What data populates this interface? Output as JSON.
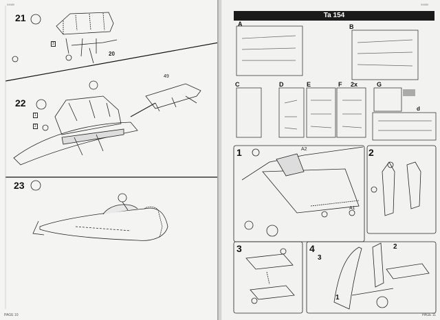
{
  "left_page": {
    "corner_code": "04680",
    "page_label": "PAGE 10",
    "steps": [
      {
        "number": "21",
        "parts": [
          "20"
        ],
        "ref_box": "3"
      },
      {
        "number": "22",
        "parts": [
          "49"
        ],
        "ref_boxes": [
          "1",
          "2"
        ]
      },
      {
        "number": "23"
      }
    ]
  },
  "right_page": {
    "corner_code": "04680",
    "page_label": "PAGE 11",
    "title": "Ta 154",
    "sprues": [
      "A",
      "B",
      "C",
      "D",
      "E",
      "F",
      "G"
    ],
    "sprue_multiplier": "2x",
    "sprue_sub": "d",
    "steps": [
      {
        "number": "1",
        "parts": [
          "A2",
          "A1"
        ]
      },
      {
        "number": "2"
      },
      {
        "number": "3"
      },
      {
        "number": "4",
        "labels": [
          "2",
          "1",
          "3"
        ]
      }
    ]
  }
}
